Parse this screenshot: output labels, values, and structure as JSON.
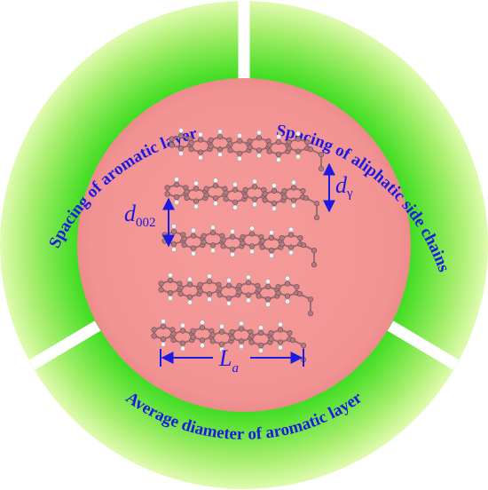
{
  "segments": {
    "left": "Spacing of aromatic layer",
    "right": "Spacing of aliphatic side chains",
    "bottom": "Average diameter of aromatic layer"
  },
  "labels": {
    "d002_main": "d",
    "d002_sub": "002",
    "dgamma_main": "d",
    "dgamma_sub": "γ",
    "la_main": "L",
    "la_sub": "a"
  },
  "colors": {
    "ring_outer": "#b8f07a",
    "ring_inner": "#26d81a",
    "core": "#f59a9a",
    "carbon": "#b07a80",
    "hydrogen": "#f2f2f2",
    "text": "#1a1ae0",
    "arrow": "#1a1ae0"
  }
}
